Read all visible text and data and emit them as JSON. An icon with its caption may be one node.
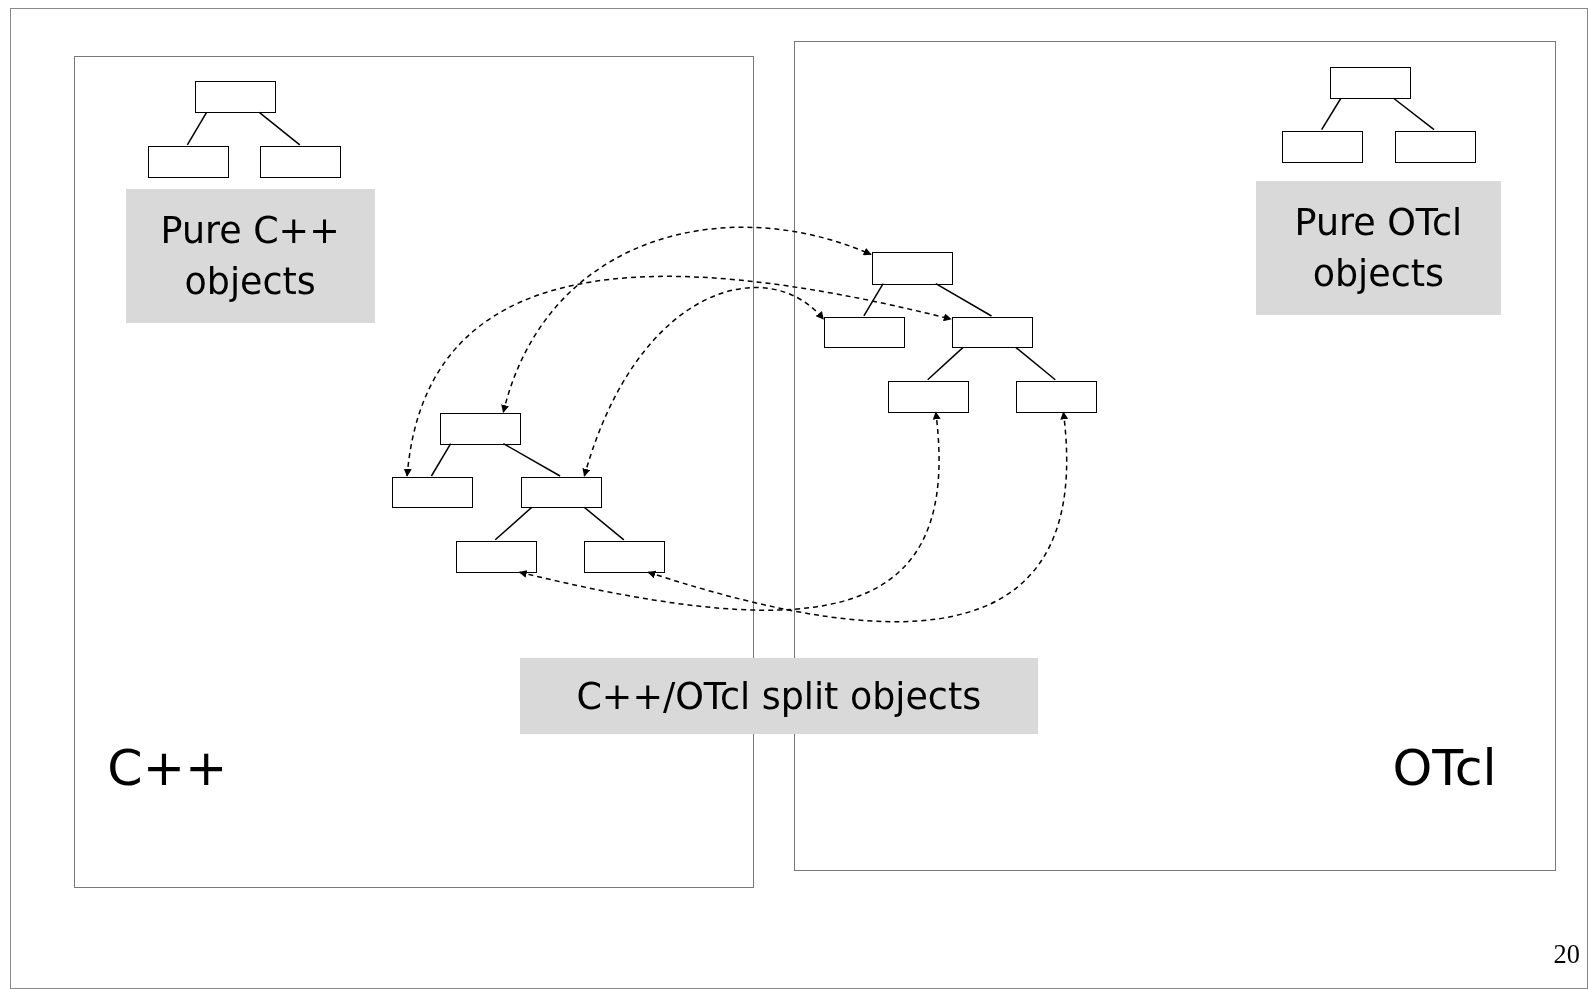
{
  "diagram": {
    "nodes": [
      {
        "text": [
          "C++"
        ]
      },
      {
        "text": [
          "OTcl"
        ]
      },
      {
        "text": [
          "Pure C++ objects"
        ],
        "in": 0
      },
      {
        "text": [
          "Pure OTcl objects"
        ],
        "in": 1
      },
      {
        "text": [
          "C++/OTcl split objects"
        ]
      },
      {
        "text": [],
        "shape": "box",
        "in": 0
      },
      {
        "text": [],
        "shape": "box",
        "in": 0
      },
      {
        "text": [],
        "shape": "box",
        "in": 0
      },
      {
        "text": [],
        "shape": "box",
        "in": 1
      },
      {
        "text": [],
        "shape": "box",
        "in": 1
      },
      {
        "text": [],
        "shape": "box",
        "in": 1
      },
      {
        "text": [],
        "shape": "box",
        "in": 0
      },
      {
        "text": [],
        "shape": "box",
        "in": 0
      },
      {
        "text": [],
        "shape": "box",
        "in": 0
      },
      {
        "text": [],
        "shape": "box",
        "in": 0
      },
      {
        "text": [],
        "shape": "box",
        "in": 0
      },
      {
        "text": [],
        "shape": "box",
        "in": 1
      },
      {
        "text": [],
        "shape": "box",
        "in": 1
      },
      {
        "text": [],
        "shape": "box",
        "in": 1
      },
      {
        "text": [],
        "shape": "box",
        "in": 1
      },
      {
        "text": [],
        "shape": "box",
        "in": 1
      }
    ],
    "edges": [
      {
        "from": 5,
        "to": 6,
        "arrow": "none"
      },
      {
        "from": 5,
        "to": 7,
        "arrow": "none"
      },
      {
        "from": 8,
        "to": 9,
        "arrow": "none"
      },
      {
        "from": 8,
        "to": 10,
        "arrow": "none"
      },
      {
        "from": 11,
        "to": 12,
        "arrow": "none"
      },
      {
        "from": 11,
        "to": 13,
        "arrow": "none"
      },
      {
        "from": 13,
        "to": 14,
        "arrow": "none"
      },
      {
        "from": 13,
        "to": 15,
        "arrow": "none"
      },
      {
        "from": 16,
        "to": 17,
        "arrow": "none"
      },
      {
        "from": 16,
        "to": 18,
        "arrow": "none"
      },
      {
        "from": 18,
        "to": 19,
        "arrow": "none"
      },
      {
        "from": 18,
        "to": 20,
        "arrow": "none"
      },
      {
        "from": 11,
        "to": 16,
        "arrow": "both",
        "style": "dashed"
      },
      {
        "from": 12,
        "to": 18,
        "arrow": "both",
        "style": "dashed"
      },
      {
        "from": 13,
        "to": 17,
        "arrow": "both",
        "style": "dashed"
      },
      {
        "from": 14,
        "to": 19,
        "arrow": "both",
        "style": "dashed"
      },
      {
        "from": 15,
        "to": 20,
        "arrow": "both",
        "style": "dashed"
      }
    ],
    "labels": [
      "20"
    ]
  }
}
